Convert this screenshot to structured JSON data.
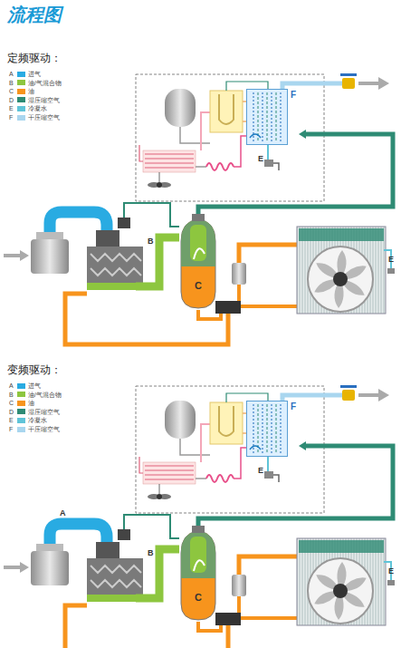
{
  "diagram": {
    "title": "流程图",
    "nodes": [
      {
        "text": [
          "定频驱动："
        ]
      },
      {
        "text": [
          "C"
        ],
        "in": 0
      },
      {
        "text": [
          "F"
        ],
        "in": 0
      },
      {
        "text": [
          "变频驱动："
        ]
      },
      {
        "text": [
          "C"
        ],
        "in": 3
      },
      {
        "text": [
          "F"
        ],
        "in": 3
      }
    ],
    "edges": [
      {
        "from": 1,
        "to": 2,
        "arrow": "to"
      },
      {
        "from": 4,
        "to": 5,
        "arrow": "to"
      }
    ],
    "labels": [
      "A",
      "B",
      "C",
      "D",
      "E",
      "F",
      "B",
      "E",
      "E",
      "A",
      "B",
      "C",
      "D",
      "E",
      "F",
      "A",
      "B",
      "E",
      "E"
    ],
    "legend": [
      {
        "text": "进气",
        "color": "#29abe2"
      },
      {
        "text": "油/气混合物",
        "color": "#8dc63f"
      },
      {
        "text": "油",
        "color": "#f7941d"
      },
      {
        "text": "湿压缩空气",
        "color": "#2e8b74"
      },
      {
        "text": "冷凝水",
        "color": "#5fc4d8"
      },
      {
        "text": "干压缩空气",
        "color": "#a9d6ef"
      },
      {
        "text": "进气",
        "color": "#29abe2"
      },
      {
        "text": "油/气混合物",
        "color": "#8dc63f"
      },
      {
        "text": "油",
        "color": "#f7941d"
      },
      {
        "text": "湿压缩空气",
        "color": "#2e8b74"
      },
      {
        "text": "冷凝水",
        "color": "#5fc4d8"
      },
      {
        "text": "干压缩空气",
        "color": "#a9d6ef"
      }
    ]
  }
}
